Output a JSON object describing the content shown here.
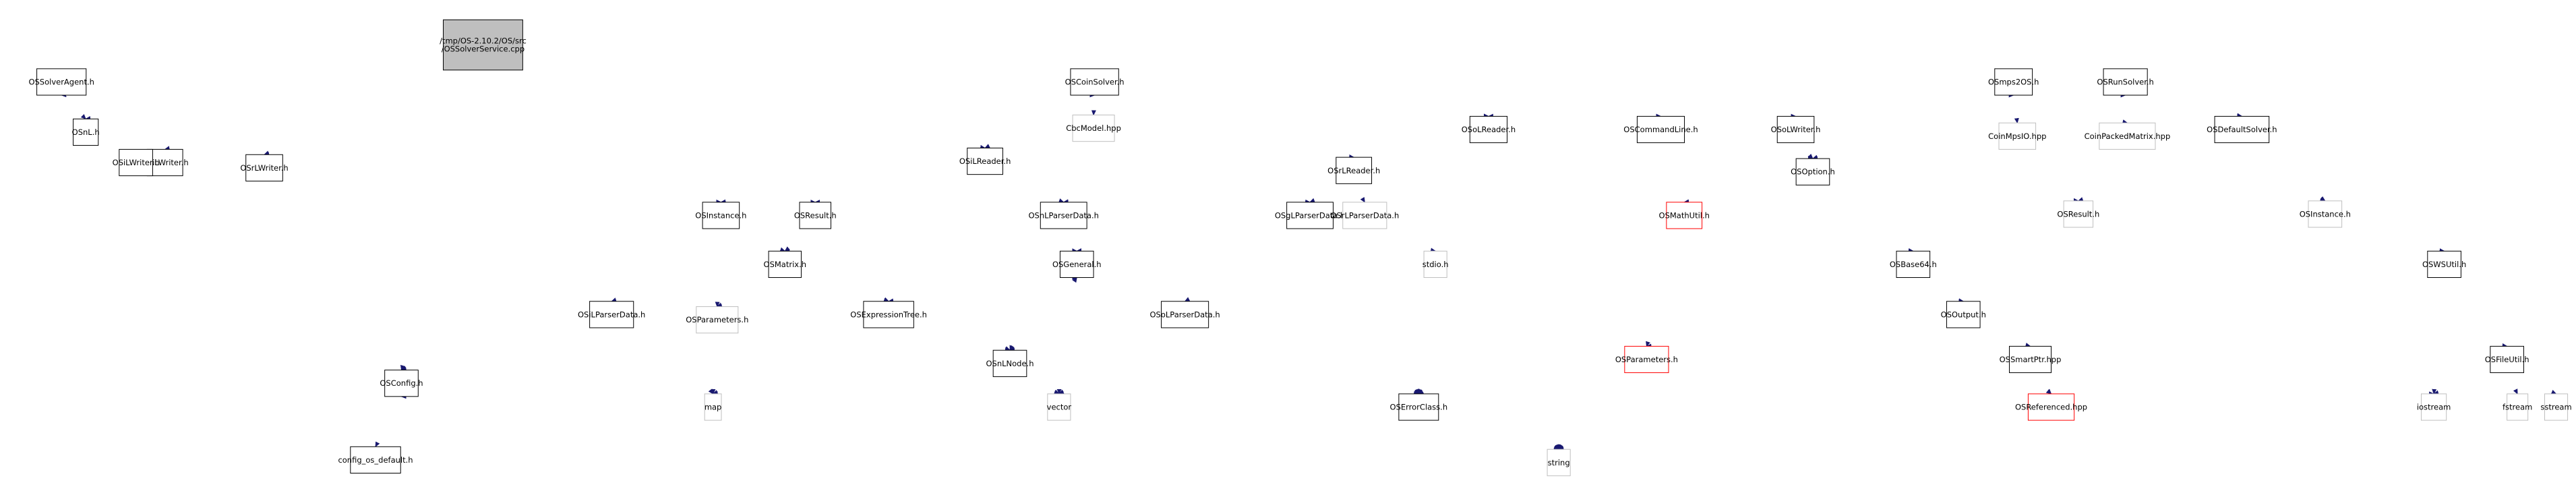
{
  "nodes": [
    {
      "id": "root",
      "label_lines": [
        "/tmp/OS-2.10.2/OS/src",
        "/OSSolverService.cpp"
      ],
      "style": "root"
    },
    {
      "id": "solveragent",
      "label_lines": [
        "OSSolverAgent.h"
      ],
      "style": "normal"
    },
    {
      "id": "osnl",
      "label_lines": [
        "OSnL.h"
      ],
      "style": "normal"
    },
    {
      "id": "iswriter",
      "label_lines": [
        "OSiLWriter.h"
      ],
      "style": "normal"
    },
    {
      "id": "coinsolver",
      "label_lines": [
        "OSCoinSolver.h"
      ],
      "style": "normal"
    },
    {
      "id": "cbcmodel",
      "label_lines": [
        "CbcModel.hpp"
      ],
      "style": "plain"
    },
    {
      "id": "osrlwriter",
      "label_lines": [
        "OSrLWriter.h"
      ],
      "style": "normal"
    },
    {
      "id": "osilreader",
      "label_lines": [
        "OSiLReader.h"
      ],
      "style": "normal"
    },
    {
      "id": "osoLreader",
      "label_lines": [
        "OSoLReader.h"
      ],
      "style": "normal"
    },
    {
      "id": "oscommandline",
      "label_lines": [
        "OSCommandLine.h"
      ],
      "style": "normal"
    },
    {
      "id": "osolwriter",
      "label_lines": [
        "OSoLWriter.h"
      ],
      "style": "normal"
    },
    {
      "id": "osmps2os",
      "label_lines": [
        "OSmps2OS.h"
      ],
      "style": "normal"
    },
    {
      "id": "osrunsolver",
      "label_lines": [
        "OSRunSolver.h"
      ],
      "style": "normal"
    },
    {
      "id": "coinmpsio",
      "label_lines": [
        "CoinMpsIO.hpp"
      ],
      "style": "plain"
    },
    {
      "id": "coinpacked",
      "label_lines": [
        "CoinPackedMatrix.hpp"
      ],
      "style": "plain"
    },
    {
      "id": "osdefaultsolver",
      "label_lines": [
        "OSDefaultSolver.h"
      ],
      "style": "normal"
    },
    {
      "id": "osrlreader",
      "label_lines": [
        "OSrLReader.h"
      ],
      "style": "normal"
    },
    {
      "id": "osoption",
      "label_lines": [
        "OSOption.h"
      ],
      "style": "normal"
    },
    {
      "id": "osresult_plain",
      "label_lines": [
        "OSResult.h"
      ],
      "style": "plain"
    },
    {
      "id": "osinstance_plain",
      "label_lines": [
        "OSInstance.h"
      ],
      "style": "plain"
    },
    {
      "id": "osilwriter2",
      "label_lines": [
        "OSiLWriter.h"
      ],
      "style": "normal"
    },
    {
      "id": "osinstance",
      "label_lines": [
        "OSInstance.h"
      ],
      "style": "normal"
    },
    {
      "id": "osresult",
      "label_lines": [
        "OSResult.h"
      ],
      "style": "normal"
    },
    {
      "id": "osnlparserdata",
      "label_lines": [
        "OSnLParserData.h"
      ],
      "style": "normal"
    },
    {
      "id": "osglparserdata",
      "label_lines": [
        "OSgLParserData.h"
      ],
      "style": "normal"
    },
    {
      "id": "osrlparserdata",
      "label_lines": [
        "OSrLParserData.h"
      ],
      "style": "plain"
    },
    {
      "id": "osmathutil",
      "label_lines": [
        "OSMathUtil.h"
      ],
      "style": "red"
    },
    {
      "id": "osmatrix",
      "label_lines": [
        "OSMatrix.h"
      ],
      "style": "normal"
    },
    {
      "id": "osgeneral",
      "label_lines": [
        "OSGeneral.h"
      ],
      "style": "normal"
    },
    {
      "id": "stdio",
      "label_lines": [
        "stdio.h"
      ],
      "style": "plain"
    },
    {
      "id": "osbase64",
      "label_lines": [
        "OSBase64.h"
      ],
      "style": "normal"
    },
    {
      "id": "oswsutil",
      "label_lines": [
        "OSWSUtil.h"
      ],
      "style": "normal"
    },
    {
      "id": "osilparserdata",
      "label_lines": [
        "OSiLParserData.h"
      ],
      "style": "normal"
    },
    {
      "id": "osparameters_plain",
      "label_lines": [
        "OSParameters.h"
      ],
      "style": "plain"
    },
    {
      "id": "osexpressiontree",
      "label_lines": [
        "OSExpressionTree.h"
      ],
      "style": "normal"
    },
    {
      "id": "osolparserdata",
      "label_lines": [
        "OSoLParserData.h"
      ],
      "style": "normal"
    },
    {
      "id": "osoutput",
      "label_lines": [
        "OSOutput.h"
      ],
      "style": "normal"
    },
    {
      "id": "osparameters_red",
      "label_lines": [
        "OSParameters.h"
      ],
      "style": "red"
    },
    {
      "id": "ossmartptr",
      "label_lines": [
        "OSSmartPtr.hpp"
      ],
      "style": "normal"
    },
    {
      "id": "osfileutil",
      "label_lines": [
        "OSFileUtil.h"
      ],
      "style": "normal"
    },
    {
      "id": "osnlnode",
      "label_lines": [
        "OSnLNode.h"
      ],
      "style": "normal"
    },
    {
      "id": "osconfig",
      "label_lines": [
        "OSConfig.h"
      ],
      "style": "normal"
    },
    {
      "id": "map",
      "label_lines": [
        "map"
      ],
      "style": "plain"
    },
    {
      "id": "vector",
      "label_lines": [
        "vector"
      ],
      "style": "plain"
    },
    {
      "id": "oserrorclass",
      "label_lines": [
        "OSErrorClass.h"
      ],
      "style": "normal"
    },
    {
      "id": "iostream",
      "label_lines": [
        "iostream"
      ],
      "style": "plain"
    },
    {
      "id": "osreferenced",
      "label_lines": [
        "OSReferenced.hpp"
      ],
      "style": "red"
    },
    {
      "id": "fstream",
      "label_lines": [
        "fstream"
      ],
      "style": "plain"
    },
    {
      "id": "sstream",
      "label_lines": [
        "sstream"
      ],
      "style": "plain"
    },
    {
      "id": "configdefault",
      "label_lines": [
        "config_os_default.h"
      ],
      "style": "normal"
    },
    {
      "id": "string",
      "label_lines": [
        "string"
      ],
      "style": "plain"
    }
  ],
  "edges": [
    [
      "root",
      "solveragent"
    ],
    [
      "root",
      "osnl"
    ],
    [
      "root",
      "iswriter"
    ],
    [
      "root",
      "coinsolver"
    ],
    [
      "root",
      "osrlwriter"
    ],
    [
      "root",
      "osilreader"
    ],
    [
      "root",
      "osoLreader"
    ],
    [
      "root",
      "oscommandline"
    ],
    [
      "root",
      "osolwriter"
    ],
    [
      "root",
      "osmps2os"
    ],
    [
      "root",
      "osrunsolver"
    ],
    [
      "root",
      "osdefaultsolver"
    ],
    [
      "root",
      "osrlreader"
    ],
    [
      "root",
      "osoption"
    ],
    [
      "root",
      "osresult_plain"
    ],
    [
      "root",
      "osinstance_plain"
    ],
    [
      "root",
      "osbase64"
    ],
    [
      "root",
      "oswsutil"
    ],
    [
      "root",
      "osfileutil"
    ],
    [
      "root",
      "osoutput"
    ],
    [
      "root",
      "osconfig"
    ],
    [
      "root",
      "map"
    ],
    [
      "root",
      "stdio"
    ],
    [
      "root",
      "oserrorclass"
    ],
    [
      "solveragent",
      "osnl"
    ],
    [
      "osnl",
      "string"
    ],
    [
      "iswriter",
      "osinstance"
    ],
    [
      "iswriter",
      "string"
    ],
    [
      "coinsolver",
      "cbcmodel"
    ],
    [
      "coinsolver",
      "osrlwriter"
    ],
    [
      "coinsolver",
      "osilreader"
    ],
    [
      "coinsolver",
      "osoLreader"
    ],
    [
      "coinsolver",
      "osdefaultsolver"
    ],
    [
      "coinsolver",
      "oserrorclass"
    ],
    [
      "coinsolver",
      "osconfig"
    ],
    [
      "coinsolver",
      "string"
    ],
    [
      "osrlwriter",
      "osresult"
    ],
    [
      "osrlwriter",
      "string"
    ],
    [
      "osilreader",
      "osinstance"
    ],
    [
      "osilreader",
      "osnlparserdata"
    ],
    [
      "osilreader",
      "osglparserdata"
    ],
    [
      "osilreader",
      "osilparserdata"
    ],
    [
      "osilreader",
      "oserrorclass"
    ],
    [
      "osilreader",
      "string"
    ],
    [
      "osoLreader",
      "osoption"
    ],
    [
      "osoLreader",
      "osnlparserdata"
    ],
    [
      "osoLreader",
      "osglparserdata"
    ],
    [
      "osoLreader",
      "osolparserdata"
    ],
    [
      "osoLreader",
      "oserrorclass"
    ],
    [
      "osoLreader",
      "string"
    ],
    [
      "oscommandline",
      "osoption"
    ],
    [
      "oscommandline",
      "osinstance"
    ],
    [
      "oscommandline",
      "string"
    ],
    [
      "osolwriter",
      "osoption"
    ],
    [
      "osolwriter",
      "string"
    ],
    [
      "osmps2os",
      "coinmpsio"
    ],
    [
      "osmps2os",
      "coinpacked"
    ],
    [
      "osmps2os",
      "osoLreader"
    ],
    [
      "osmps2os",
      "osdefaultsolver"
    ],
    [
      "osmps2os",
      "osoption"
    ],
    [
      "osmps2os",
      "osinstance_plain"
    ],
    [
      "osrunsolver",
      "osdefaultsolver"
    ],
    [
      "osdefaultsolver",
      "osoption"
    ],
    [
      "osdefaultsolver",
      "osresult_plain"
    ],
    [
      "osdefaultsolver",
      "osinstance_plain"
    ],
    [
      "osdefaultsolver",
      "string"
    ],
    [
      "osrlreader",
      "osresult"
    ],
    [
      "osrlreader",
      "osnlparserdata"
    ],
    [
      "osrlreader",
      "osglparserdata"
    ],
    [
      "osrlreader",
      "osrlparserdata"
    ],
    [
      "osrlreader",
      "oserrorclass"
    ],
    [
      "osrlreader",
      "string"
    ],
    [
      "osoption",
      "osgeneral"
    ],
    [
      "osoption",
      "osmathutil"
    ],
    [
      "osoption",
      "vector"
    ],
    [
      "osoption",
      "string"
    ],
    [
      "osilwriter2",
      "osinstance"
    ],
    [
      "osilwriter2",
      "string"
    ],
    [
      "osinstance",
      "osgeneral"
    ],
    [
      "osinstance",
      "osmatrix"
    ],
    [
      "osinstance",
      "osexpressiontree"
    ],
    [
      "osinstance",
      "osnlnode"
    ],
    [
      "osinstance",
      "osparameters_plain"
    ],
    [
      "osinstance",
      "osconfig"
    ],
    [
      "osinstance",
      "map"
    ],
    [
      "osinstance",
      "vector"
    ],
    [
      "osinstance",
      "string"
    ],
    [
      "osresult",
      "osgeneral"
    ],
    [
      "osresult",
      "osmatrix"
    ],
    [
      "osresult",
      "osconfig"
    ],
    [
      "osresult",
      "string"
    ],
    [
      "osnlparserdata",
      "osnlnode"
    ],
    [
      "osnlparserdata",
      "vector"
    ],
    [
      "osglparserdata",
      "osmatrix"
    ],
    [
      "osglparserdata",
      "osgeneral"
    ],
    [
      "osglparserdata",
      "stdio"
    ],
    [
      "osglparserdata",
      "string"
    ],
    [
      "osmathutil",
      "osgeneral"
    ],
    [
      "osmathutil",
      "osparameters_red"
    ],
    [
      "osmathutil",
      "oserrorclass"
    ],
    [
      "osmathutil",
      "string"
    ],
    [
      "osmatrix",
      "osgeneral"
    ],
    [
      "osmatrix",
      "osexpressiontree"
    ],
    [
      "osmatrix",
      "osnlnode"
    ],
    [
      "osmatrix",
      "osparameters_plain"
    ],
    [
      "osmatrix",
      "osconfig"
    ],
    [
      "osmatrix",
      "vector"
    ],
    [
      "osmatrix",
      "string"
    ],
    [
      "osgeneral",
      "osexpressiontree"
    ],
    [
      "osgeneral",
      "osnlnode"
    ],
    [
      "osgeneral",
      "osparameters_plain"
    ],
    [
      "osgeneral",
      "oserrorclass"
    ],
    [
      "osgeneral",
      "osconfig"
    ],
    [
      "osgeneral",
      "string"
    ],
    [
      "osilparserdata",
      "osnlnode"
    ],
    [
      "osilparserdata",
      "vector"
    ],
    [
      "osexpressiontree",
      "osnlnode"
    ],
    [
      "osexpressiontree",
      "map"
    ],
    [
      "osexpressiontree",
      "vector"
    ],
    [
      "osolparserdata",
      "osnlnode"
    ],
    [
      "osolparserdata",
      "vector"
    ],
    [
      "osoutput",
      "osparameters_red"
    ],
    [
      "osoutput",
      "ossmartptr"
    ],
    [
      "osoutput",
      "osreferenced"
    ],
    [
      "osoutput",
      "osconfig"
    ],
    [
      "osoutput",
      "vector"
    ],
    [
      "osoutput",
      "string"
    ],
    [
      "osparameters_red",
      "osconfig"
    ],
    [
      "osparameters_red",
      "string"
    ],
    [
      "ossmartptr",
      "osreferenced"
    ],
    [
      "osfileutil",
      "iostream"
    ],
    [
      "osfileutil",
      "fstream"
    ],
    [
      "osfileutil",
      "sstream"
    ],
    [
      "osfileutil",
      "string"
    ],
    [
      "osnlnode",
      "osgeneral"
    ],
    [
      "osnlnode",
      "osconfig"
    ],
    [
      "osnlnode",
      "map"
    ],
    [
      "osnlnode",
      "vector"
    ],
    [
      "osnlnode",
      "oserrorclass"
    ],
    [
      "osnlnode",
      "iostream"
    ],
    [
      "osnlnode",
      "string"
    ],
    [
      "osconfig",
      "configdefault"
    ],
    [
      "oserrorclass",
      "string"
    ],
    [
      "osbase64",
      "string"
    ],
    [
      "oswsutil",
      "iostream"
    ]
  ]
}
